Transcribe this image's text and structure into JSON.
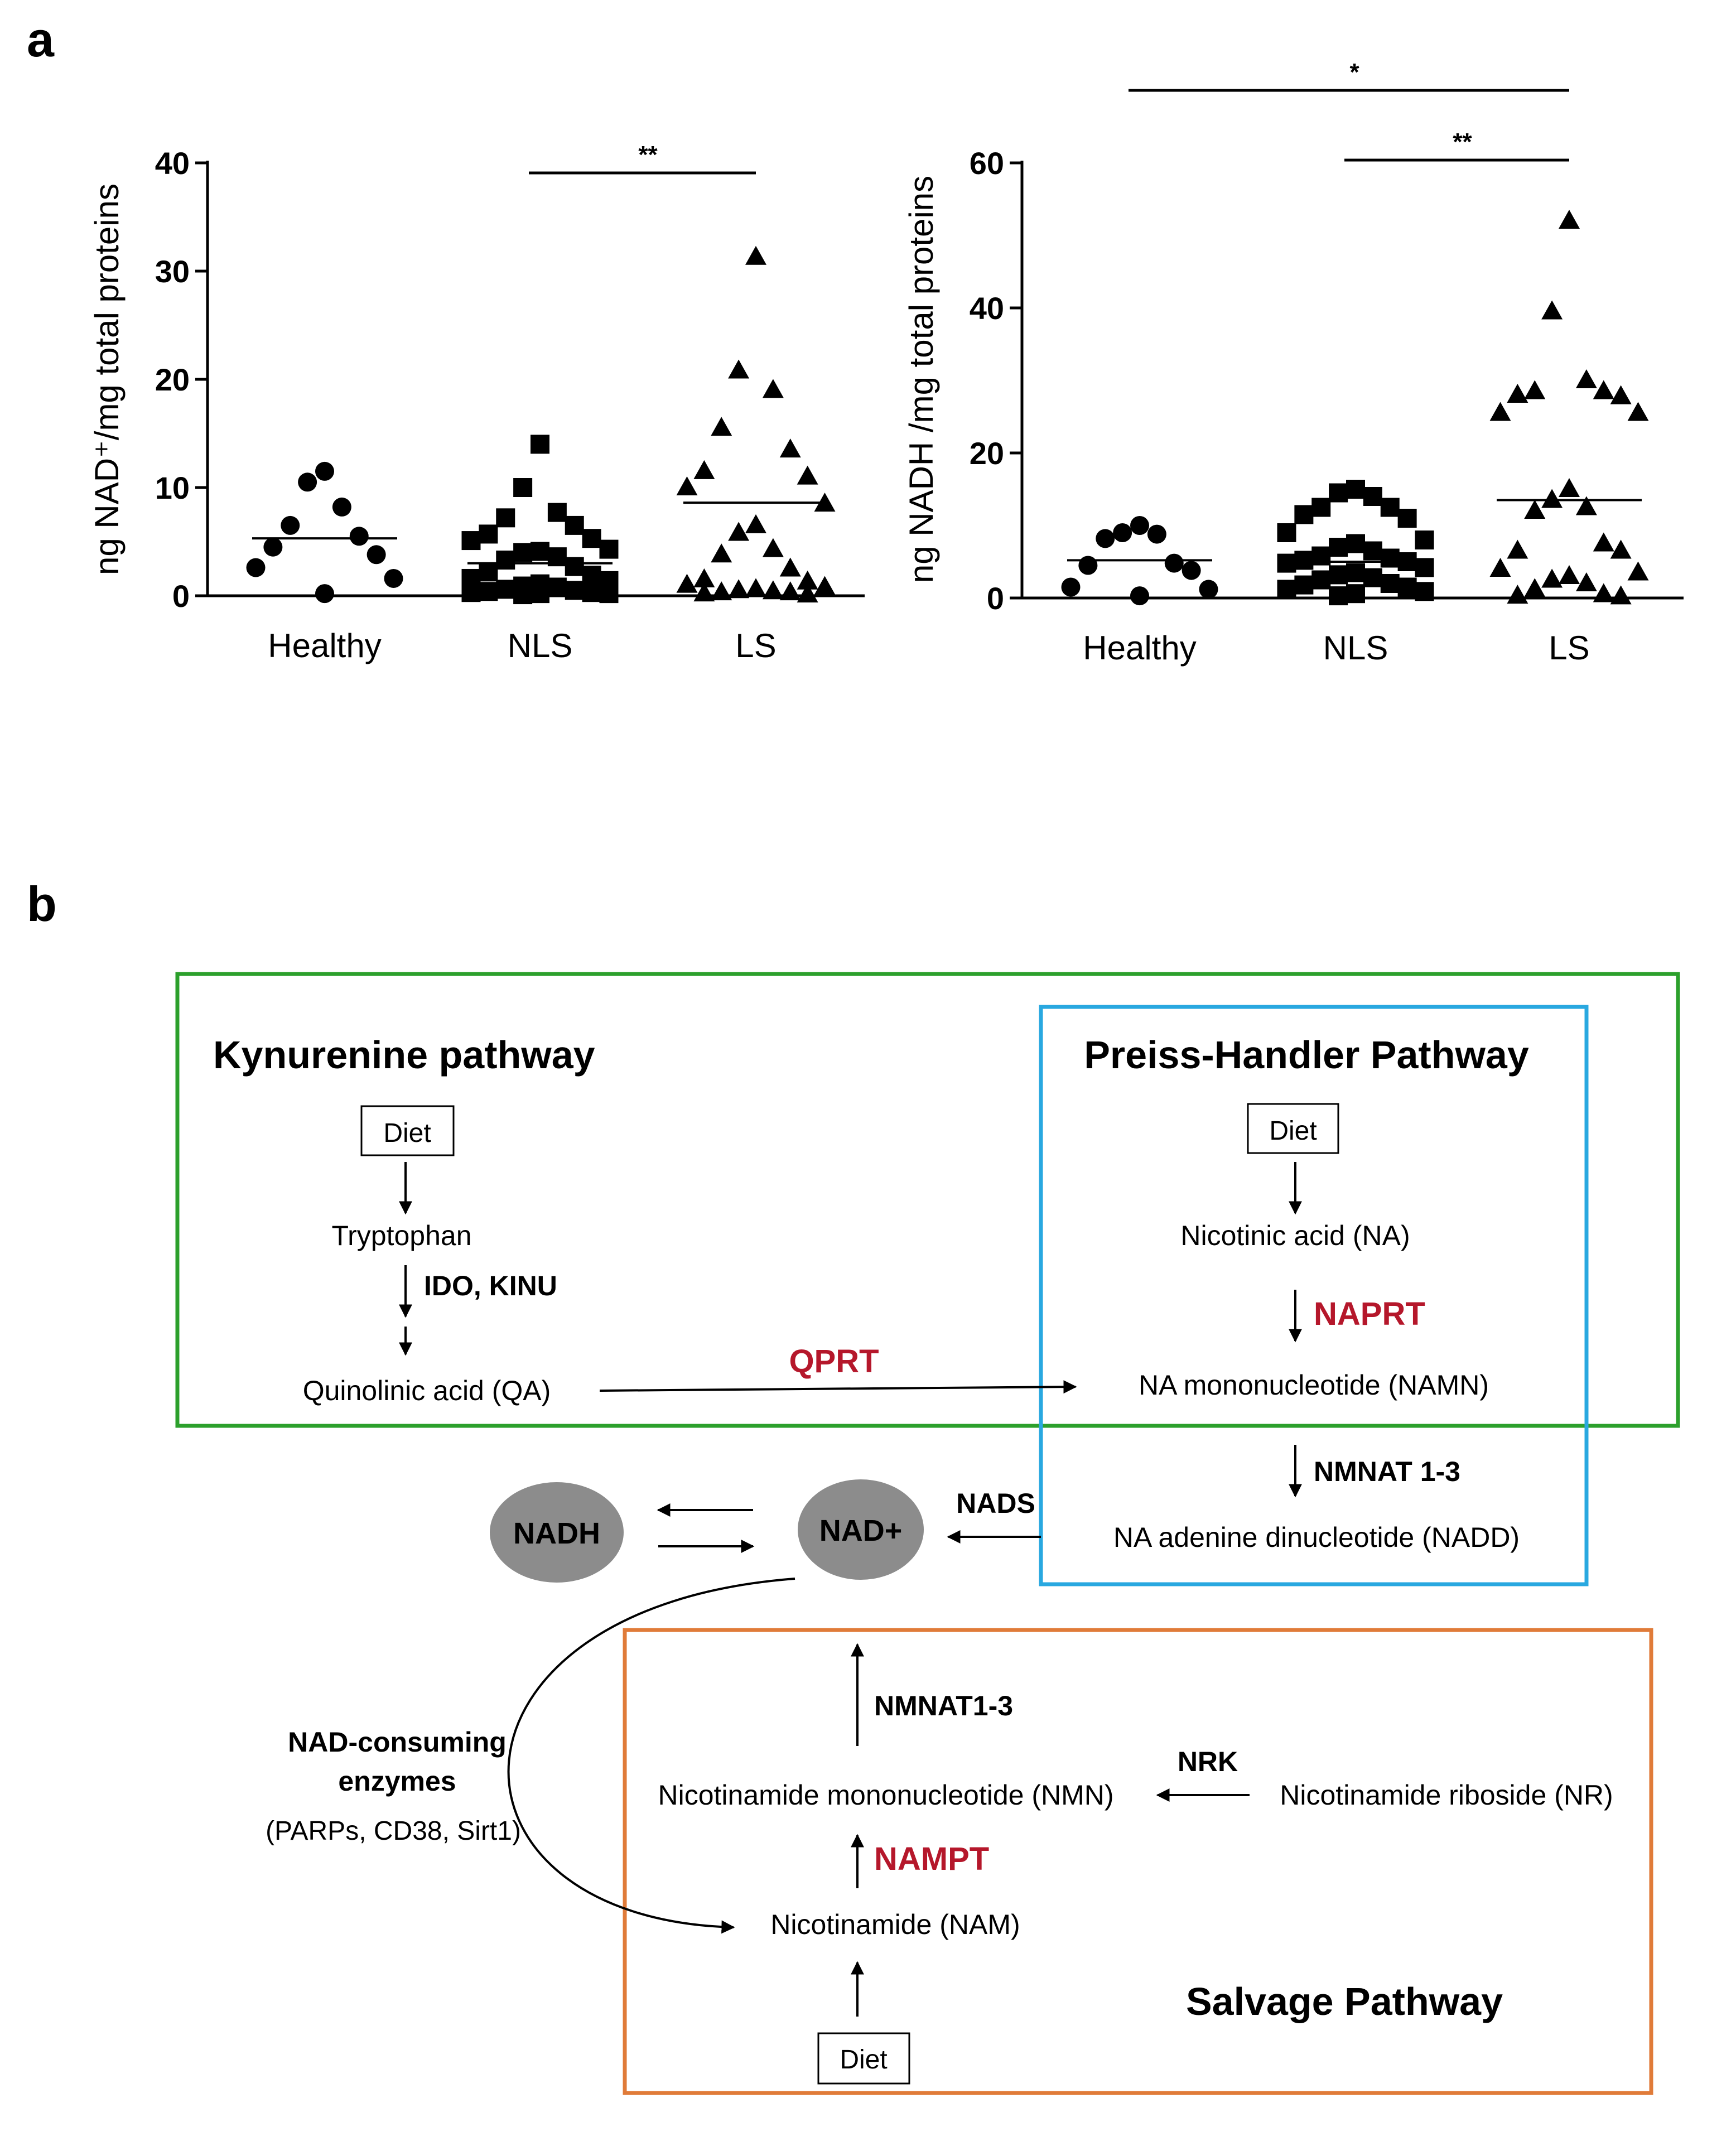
{
  "panels": {
    "a": "a",
    "b": "b"
  },
  "chart_data": [
    {
      "type": "scatter",
      "ylabel": "ng NAD⁺/mg total proteins",
      "ylim": [
        0,
        40
      ],
      "yticks": [
        0,
        10,
        20,
        30,
        40
      ],
      "categories": [
        "Healthy",
        "NLS",
        "LS"
      ],
      "markers": [
        "circle",
        "square",
        "triangle"
      ],
      "series": [
        {
          "category": "Healthy",
          "values": [
            11.5,
            10.5,
            8.2,
            6.5,
            5.5,
            4.5,
            3.8,
            2.6,
            1.6,
            0.2
          ],
          "mean": 5.3
        },
        {
          "category": "NLS",
          "values": [
            14.0,
            10.0,
            7.7,
            7.2,
            6.5,
            5.7,
            5.3,
            5.1,
            4.3,
            4.1,
            4.0,
            3.6,
            3.3,
            2.7,
            2.2,
            1.9,
            1.6,
            1.4,
            1.1,
            0.9,
            0.8,
            0.6,
            0.5,
            0.4,
            0.3,
            0.3,
            0.2,
            0.2,
            0.1
          ],
          "mean": 3.0
        },
        {
          "category": "LS",
          "values": [
            31.3,
            20.8,
            19.0,
            15.5,
            13.5,
            11.5,
            11.0,
            10.0,
            8.5,
            6.5,
            5.8,
            4.3,
            3.8,
            2.5,
            1.5,
            1.3,
            1.0,
            0.8,
            0.6,
            0.5,
            0.4,
            0.3,
            0.3,
            0.2,
            0.1
          ],
          "mean": 8.6
        }
      ],
      "significance": [
        {
          "from": "NLS",
          "to": "LS",
          "label": "**"
        }
      ]
    },
    {
      "type": "scatter",
      "ylabel": "ng NADH /mg total proteins",
      "ylim": [
        0,
        60
      ],
      "yticks": [
        0,
        20,
        40,
        60
      ],
      "categories": [
        "Healthy",
        "NLS",
        "LS"
      ],
      "markers": [
        "circle",
        "square",
        "triangle"
      ],
      "series": [
        {
          "category": "Healthy",
          "values": [
            10.0,
            9.0,
            8.8,
            8.2,
            4.8,
            4.5,
            3.8,
            1.5,
            1.2,
            0.3
          ],
          "mean": 5.2
        },
        {
          "category": "NLS",
          "values": [
            15.0,
            14.5,
            14.0,
            12.5,
            12.5,
            11.5,
            11.0,
            9.0,
            8.0,
            7.5,
            7.0,
            6.5,
            5.8,
            5.5,
            5.2,
            5.0,
            4.8,
            4.2,
            3.5,
            3.2,
            2.8,
            2.5,
            2.0,
            1.8,
            1.5,
            1.2,
            0.9,
            0.6,
            0.3
          ],
          "mean": 5.0
        },
        {
          "category": "LS",
          "values": [
            52.0,
            39.5,
            30.0,
            28.5,
            28.5,
            28.0,
            27.8,
            25.5,
            25.5,
            15.0,
            13.5,
            12.5,
            12.0,
            7.5,
            6.5,
            6.5,
            4.0,
            3.5,
            3.0,
            2.5,
            2.0,
            1.2,
            0.5,
            0.3,
            0.2
          ],
          "mean": 13.5
        }
      ],
      "significance": [
        {
          "from": "Healthy",
          "to": "LS",
          "label": "*"
        },
        {
          "from": "NLS",
          "to": "LS",
          "label": "**"
        }
      ]
    }
  ],
  "diagram": {
    "kynurenine": {
      "title": "Kynurenine pathway",
      "diet": "Diet",
      "tryptophan": "Tryptophan",
      "enzyme": "IDO, KINU",
      "quinolinic": "Quinolinic acid (QA)",
      "qprt": "QPRT"
    },
    "preiss": {
      "title": "Preiss-Handler Pathway",
      "diet": "Diet",
      "na": "Nicotinic acid (NA)",
      "naprt": "NAPRT",
      "namn": "NA mononucleotide (NAMN)",
      "nmnat": "NMNAT 1-3",
      "nadd": "NA adenine dinucleotide (NADD)"
    },
    "center": {
      "nadh": "NADH",
      "nad": "NAD+",
      "nads": "NADS"
    },
    "consuming": {
      "line1": "NAD-consuming",
      "line2": "enzymes",
      "line3": "(PARPs, CD38, Sirt1)"
    },
    "salvage": {
      "title": "Salvage Pathway",
      "nmnat": "NMNAT1-3",
      "nmn": "Nicotinamide mononucleotide (NMN)",
      "nrk": "NRK",
      "nr": "Nicotinamide riboside (NR)",
      "nampt": "NAMPT",
      "nam": "Nicotinamide (NAM)",
      "diet": "Diet"
    },
    "colors": {
      "kynurenine_box": "#2ca02c",
      "preiss_box": "#29a8e0",
      "salvage_box": "#e07b39",
      "enzyme_red": "#b5172b",
      "node_gray": "#8c8c8c"
    }
  }
}
